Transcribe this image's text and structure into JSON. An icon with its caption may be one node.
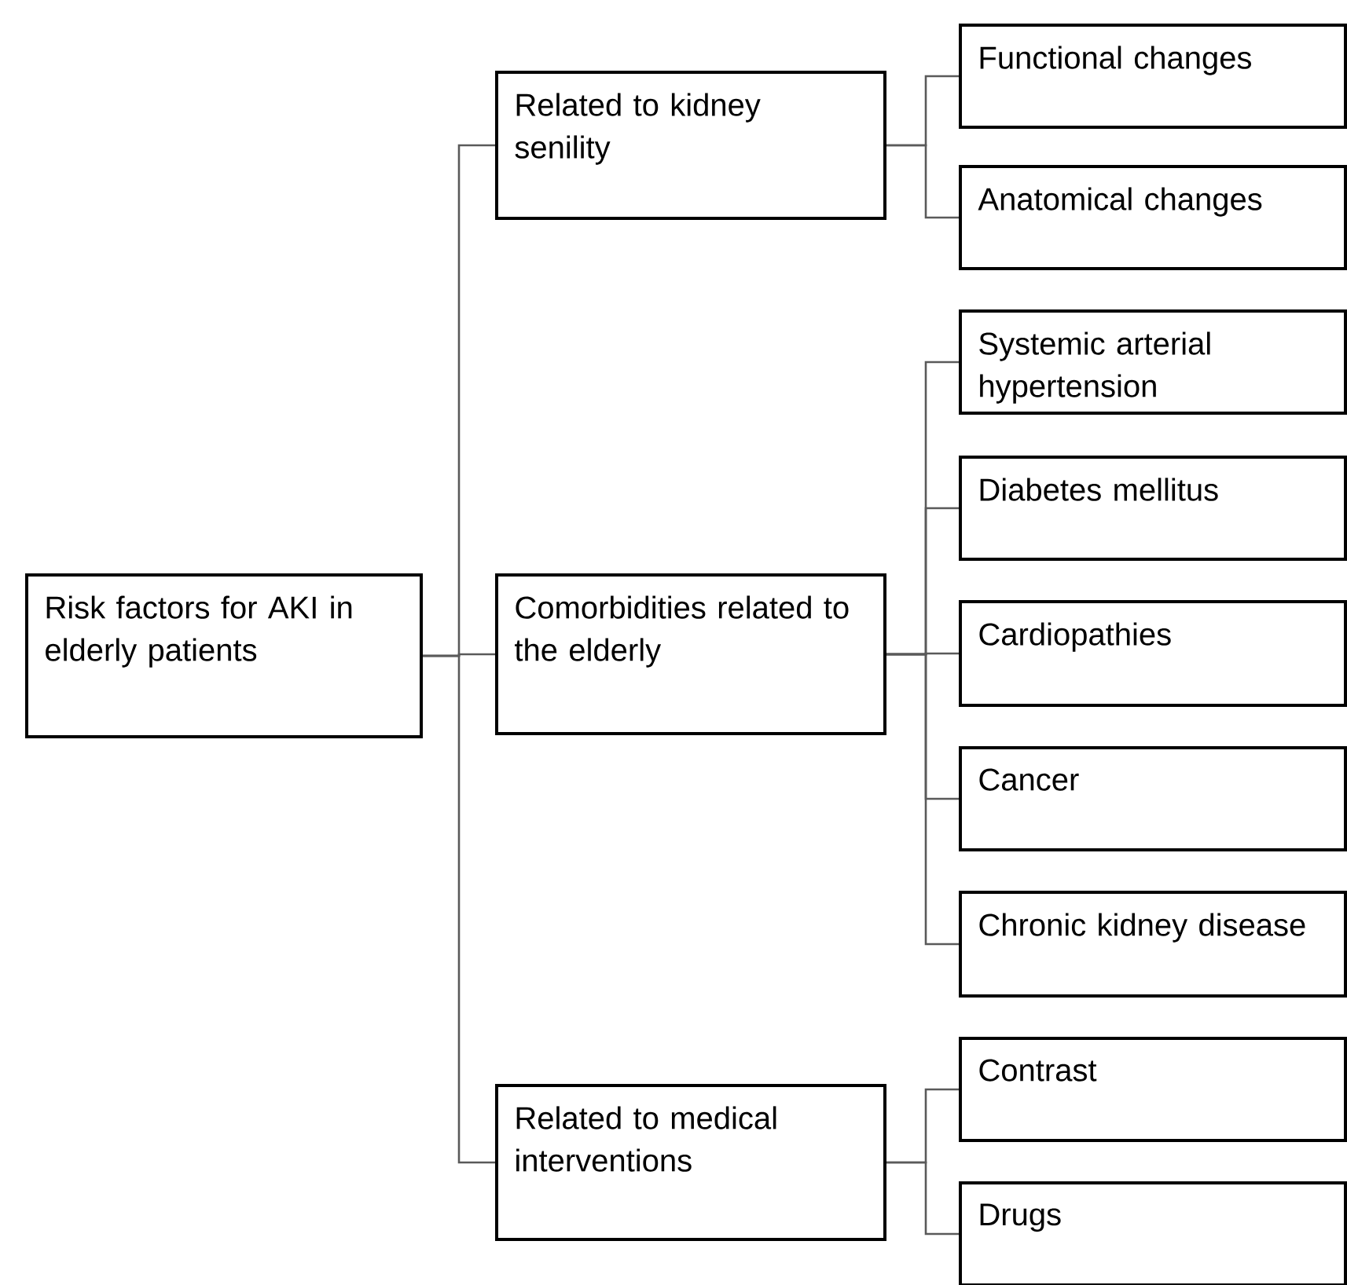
{
  "diagram": {
    "nodes": [
      {
        "text": [
          "Risk factors for AKI in elderly patients"
        ]
      },
      {
        "text": [
          "Related to kidney senility"
        ]
      },
      {
        "text": [
          "Comorbidities related to the elderly"
        ]
      },
      {
        "text": [
          "Related to medical interventions"
        ]
      },
      {
        "text": [
          "Functional changes"
        ]
      },
      {
        "text": [
          "Anatomical changes"
        ]
      },
      {
        "text": [
          "Systemic arterial hypertension"
        ]
      },
      {
        "text": [
          "Diabetes mellitus"
        ]
      },
      {
        "text": [
          "Cardiopathies"
        ]
      },
      {
        "text": [
          "Cancer"
        ]
      },
      {
        "text": [
          "Chronic kidney disease"
        ]
      },
      {
        "text": [
          "Contrast"
        ]
      },
      {
        "text": [
          "Drugs"
        ]
      }
    ],
    "edges": [
      {
        "from": 0,
        "to": 1,
        "arrow": "none"
      },
      {
        "from": 0,
        "to": 2,
        "arrow": "none"
      },
      {
        "from": 0,
        "to": 3,
        "arrow": "none"
      },
      {
        "from": 1,
        "to": 4,
        "arrow": "none"
      },
      {
        "from": 1,
        "to": 5,
        "arrow": "none"
      },
      {
        "from": 2,
        "to": 6,
        "arrow": "none"
      },
      {
        "from": 2,
        "to": 7,
        "arrow": "none"
      },
      {
        "from": 2,
        "to": 8,
        "arrow": "none"
      },
      {
        "from": 2,
        "to": 9,
        "arrow": "none"
      },
      {
        "from": 2,
        "to": 10,
        "arrow": "none"
      },
      {
        "from": 3,
        "to": 11,
        "arrow": "none"
      },
      {
        "from": 3,
        "to": 12,
        "arrow": "none"
      }
    ]
  }
}
